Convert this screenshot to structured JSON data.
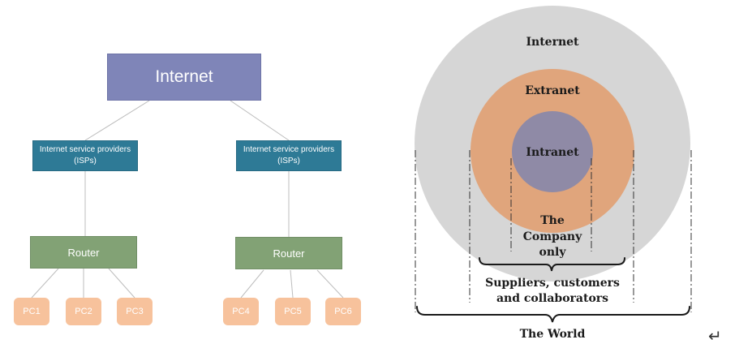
{
  "left_diagram": {
    "internet": "Internet",
    "isps": [
      {
        "label": "Internet service providers (ISPs)"
      },
      {
        "label": "Internet service providers (ISPs)"
      }
    ],
    "routers": [
      "Router",
      "Router"
    ],
    "pcs": [
      "PC1",
      "PC2",
      "PC3",
      "PC4",
      "PC5",
      "PC6"
    ],
    "colors": {
      "internet": "#7f85b8",
      "isp": "#2e7a96",
      "router": "#82a275",
      "pc": "#f7c29c",
      "connector": "#bdbdbd"
    }
  },
  "right_diagram": {
    "rings": {
      "internet": "Internet",
      "extranet": "Extranet",
      "intranet": "Intranet"
    },
    "scopes": {
      "company_line1": "The",
      "company_line2": "Company",
      "company_line3": "only",
      "suppliers_line1": "Suppliers, customers",
      "suppliers_line2": "and collaborators",
      "world": "The World"
    },
    "colors": {
      "internet_ring": "#d6d6d6",
      "extranet_ring": "#e0a57c",
      "intranet_ring": "#8f8aa6"
    }
  },
  "cursor_icon": "return-arrow-icon"
}
